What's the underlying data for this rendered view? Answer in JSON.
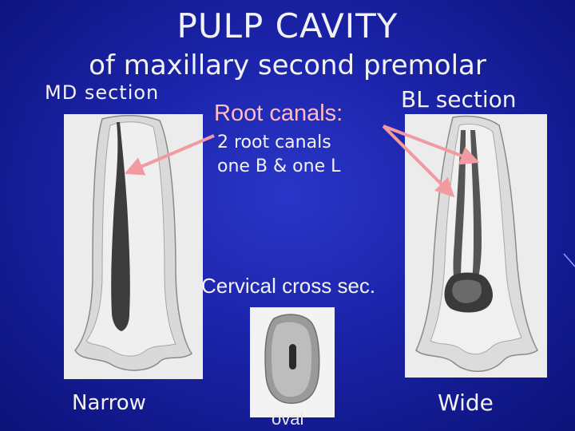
{
  "title": "PULP CAVITY",
  "subtitle": "of maxillary second premolar",
  "md_section_label": "MD section",
  "bl_section_label": "BL section",
  "root_canals": {
    "title": "Root canals:",
    "line1": "2 root canals",
    "line2": "one B & one L"
  },
  "cervical_label": "Cervical cross  sec.",
  "narrow_label": "Narrow",
  "wide_label": "Wide",
  "oval_label": "oval",
  "colors": {
    "background": "#1a23a8",
    "arrow": "#f29aa2",
    "accent_text": "#ffbcc2"
  }
}
